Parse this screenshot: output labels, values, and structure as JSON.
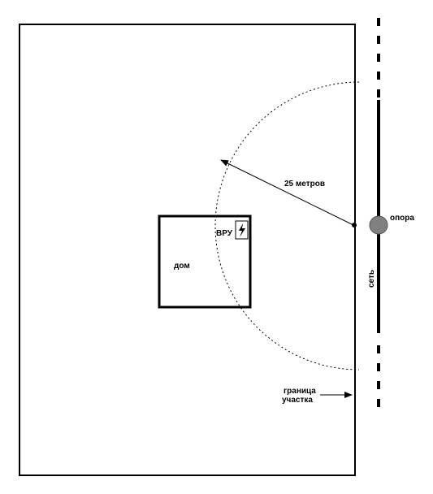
{
  "labels": {
    "radius": "25 метров",
    "pole": "опора",
    "network": "сеть",
    "house": "дом",
    "vru": "ВРУ",
    "boundary_line1": "граница",
    "boundary_line2": "участка"
  },
  "icons": {
    "vru_symbol": "lightning-icon"
  },
  "colors": {
    "line": "#000000",
    "pole_fill": "#808080",
    "background": "#ffffff"
  }
}
